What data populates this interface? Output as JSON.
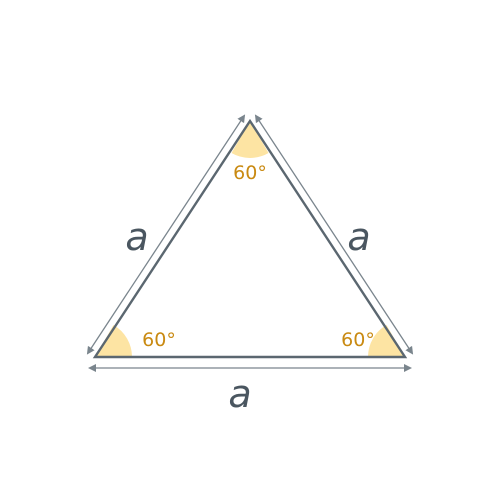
{
  "triangle": {
    "type": "equilateral",
    "sides": {
      "left": "a",
      "right": "a",
      "bottom": "a"
    },
    "angles": {
      "top": "60°",
      "bottom_left": "60°",
      "bottom_right": "60°"
    }
  },
  "colors": {
    "outline": "#5b6770",
    "arrow": "#7a858d",
    "angle_fill": "#fde4a3",
    "angle_text": "#c98a12",
    "side_text": "#4a5660"
  }
}
